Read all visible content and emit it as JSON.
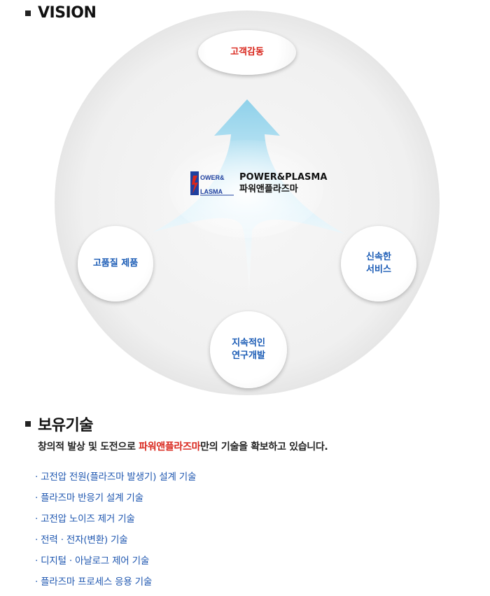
{
  "vision": {
    "title": "VISION",
    "nodes": {
      "top": [
        "고객감동"
      ],
      "left": [
        "고품질 제품"
      ],
      "right": [
        "신속한",
        "서비스"
      ],
      "bottom": [
        "지속적인",
        "연구개발"
      ]
    },
    "logo": {
      "mark_text_top": "OWER&",
      "mark_text_bottom": "LASMA",
      "name_en": "POWER&PLASMA",
      "name_ko": "파워앤플라즈마"
    }
  },
  "tech": {
    "title": "보유기술",
    "intro_before": "창의적 발상 및 도전으로 ",
    "intro_highlight": "파워앤플라즈마",
    "intro_after": "만의 기술을 확보하고 있습니다.",
    "items": [
      "· 고전압 전원(플라즈마 발생기) 설계 기술",
      "· 플라즈마 반응기 설계 기술",
      "· 고전압 노이즈 제거 기술",
      "· 전력 · 전자(변환) 기술",
      "· 디지털 · 아날로그 제어 기술",
      "· 플라즈마 프로세스 응용 기술"
    ]
  },
  "colors": {
    "accent_red": "#d9261c",
    "accent_blue": "#1f57b0",
    "arrow_light": "#dff3fb",
    "arrow_mid": "#9fd8ee"
  }
}
